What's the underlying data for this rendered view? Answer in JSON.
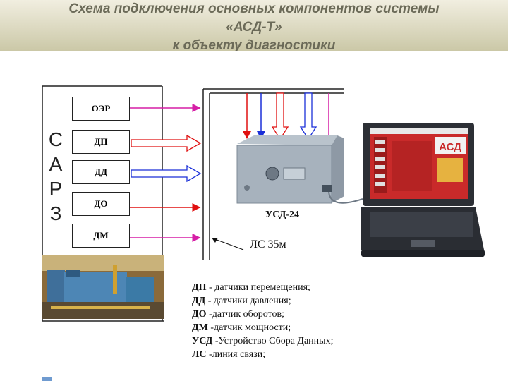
{
  "header": {
    "title": "Схема подключения основных компонентов системы\n«АСД-Т»\nк объекту диагностики"
  },
  "sarz_letters": [
    "С",
    "А",
    "Р",
    "З"
  ],
  "sensors": [
    {
      "label": "ОЭР"
    },
    {
      "label": "ДП"
    },
    {
      "label": "ДД"
    },
    {
      "label": "ДО"
    },
    {
      "label": "ДМ"
    }
  ],
  "device_label": "УСД-24",
  "line_label": "ЛС 35м",
  "screen_logo": "АСД",
  "legend": [
    {
      "abbr": "ДП",
      "text": " - датчики перемещения;"
    },
    {
      "abbr": "ДД",
      "text": " - датчики давления;"
    },
    {
      "abbr": "ДО",
      "text": " -датчик оборотов;"
    },
    {
      "abbr": "ДМ",
      "text": " -датчик мощности;"
    },
    {
      "abbr": "УСД",
      "text": " -Устройство Сбора Данных;"
    },
    {
      "abbr": "ЛС",
      "text": " -линия связи;"
    }
  ],
  "colors": {
    "magenta": "#d61ea6",
    "red": "#e01010",
    "blue": "#1a2fd8",
    "accent_stripe": "#6f9bd0"
  }
}
